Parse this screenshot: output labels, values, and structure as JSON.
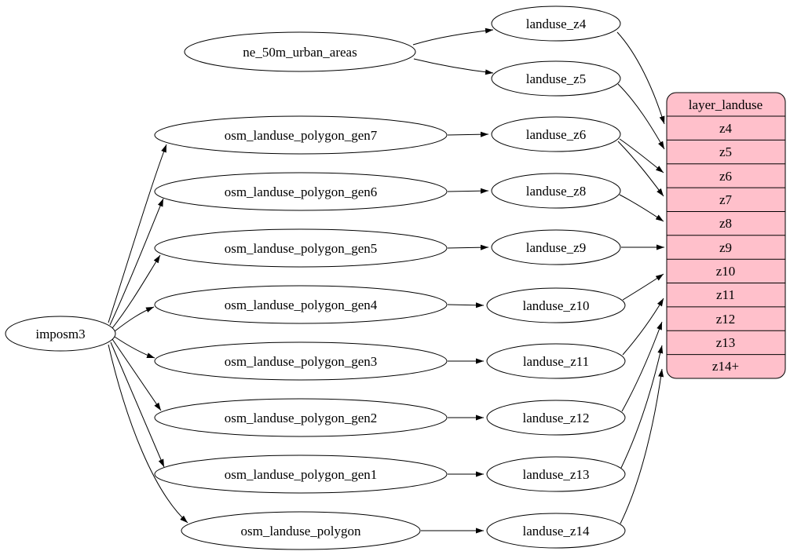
{
  "diagram_type": "graphviz-etl-flow",
  "colors": {
    "table_fill": "#ffc0cb",
    "node_fill": "#ffffff",
    "stroke": "#000000",
    "background": "#ffffff"
  },
  "nodes": {
    "imposm3": "imposm3",
    "ne_50m_urban_areas": "ne_50m_urban_areas",
    "osm_landuse_polygon_gen7": "osm_landuse_polygon_gen7",
    "osm_landuse_polygon_gen6": "osm_landuse_polygon_gen6",
    "osm_landuse_polygon_gen5": "osm_landuse_polygon_gen5",
    "osm_landuse_polygon_gen4": "osm_landuse_polygon_gen4",
    "osm_landuse_polygon_gen3": "osm_landuse_polygon_gen3",
    "osm_landuse_polygon_gen2": "osm_landuse_polygon_gen2",
    "osm_landuse_polygon_gen1": "osm_landuse_polygon_gen1",
    "osm_landuse_polygon": "osm_landuse_polygon",
    "landuse_z4": "landuse_z4",
    "landuse_z5": "landuse_z5",
    "landuse_z6": "landuse_z6",
    "landuse_z8": "landuse_z8",
    "landuse_z9": "landuse_z9",
    "landuse_z10": "landuse_z10",
    "landuse_z11": "landuse_z11",
    "landuse_z12": "landuse_z12",
    "landuse_z13": "landuse_z13",
    "landuse_z14": "landuse_z14"
  },
  "table": {
    "title": "layer_landuse",
    "rows": [
      "z4",
      "z5",
      "z6",
      "z7",
      "z8",
      "z9",
      "z10",
      "z11",
      "z12",
      "z13",
      "z14+"
    ]
  },
  "edges": [
    {
      "from": "imposm3",
      "to": "osm_landuse_polygon_gen7"
    },
    {
      "from": "imposm3",
      "to": "osm_landuse_polygon_gen6"
    },
    {
      "from": "imposm3",
      "to": "osm_landuse_polygon_gen5"
    },
    {
      "from": "imposm3",
      "to": "osm_landuse_polygon_gen4"
    },
    {
      "from": "imposm3",
      "to": "osm_landuse_polygon_gen3"
    },
    {
      "from": "imposm3",
      "to": "osm_landuse_polygon_gen2"
    },
    {
      "from": "imposm3",
      "to": "osm_landuse_polygon_gen1"
    },
    {
      "from": "imposm3",
      "to": "osm_landuse_polygon"
    },
    {
      "from": "ne_50m_urban_areas",
      "to": "landuse_z4"
    },
    {
      "from": "ne_50m_urban_areas",
      "to": "landuse_z5"
    },
    {
      "from": "osm_landuse_polygon_gen7",
      "to": "landuse_z6"
    },
    {
      "from": "osm_landuse_polygon_gen6",
      "to": "landuse_z8"
    },
    {
      "from": "osm_landuse_polygon_gen5",
      "to": "landuse_z9"
    },
    {
      "from": "osm_landuse_polygon_gen4",
      "to": "landuse_z10"
    },
    {
      "from": "osm_landuse_polygon_gen3",
      "to": "landuse_z11"
    },
    {
      "from": "osm_landuse_polygon_gen2",
      "to": "landuse_z12"
    },
    {
      "from": "osm_landuse_polygon_gen1",
      "to": "landuse_z13"
    },
    {
      "from": "osm_landuse_polygon",
      "to": "landuse_z14"
    },
    {
      "from": "landuse_z4",
      "to": "layer_landuse:z4"
    },
    {
      "from": "landuse_z5",
      "to": "layer_landuse:z5"
    },
    {
      "from": "landuse_z6",
      "to": "layer_landuse:z6"
    },
    {
      "from": "landuse_z6",
      "to": "layer_landuse:z7"
    },
    {
      "from": "landuse_z8",
      "to": "layer_landuse:z8"
    },
    {
      "from": "landuse_z9",
      "to": "layer_landuse:z9"
    },
    {
      "from": "landuse_z10",
      "to": "layer_landuse:z10"
    },
    {
      "from": "landuse_z11",
      "to": "layer_landuse:z11"
    },
    {
      "from": "landuse_z12",
      "to": "layer_landuse:z12"
    },
    {
      "from": "landuse_z13",
      "to": "layer_landuse:z13"
    },
    {
      "from": "landuse_z14",
      "to": "layer_landuse:z14+"
    }
  ]
}
